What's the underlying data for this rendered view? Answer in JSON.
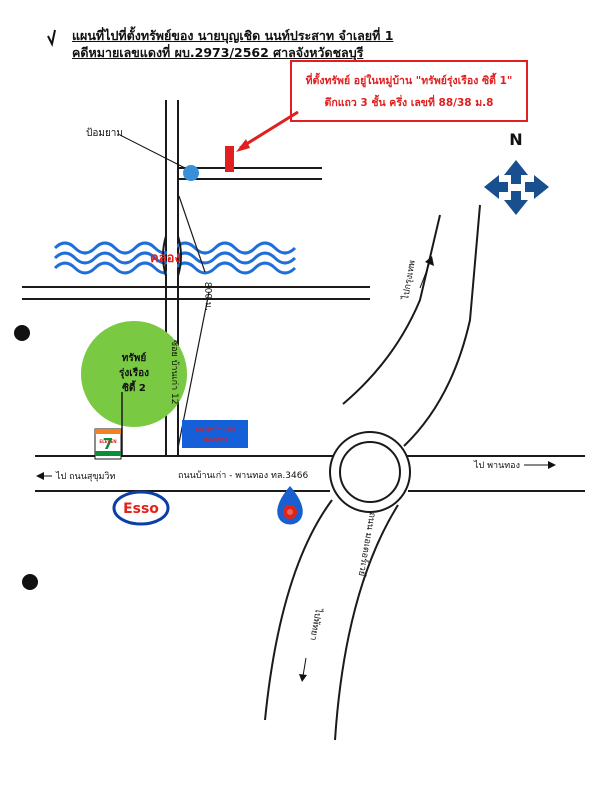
{
  "header": {
    "line1": "แผนที่ไปที่ตั้งทรัพย์ของ   นายบุญเชิด  นนท์ประสาท  จำเลยที่ 1",
    "line2": "คดีหมายเลขแดงที่ ผบ.2973/2562  ศาลจังหวัดชลบุรี"
  },
  "callout": {
    "line1": "ที่ตั้งทรัพย์ อยู่ในหมู่บ้าน \"ทรัพย์รุ่งเรือง ซิตี้ 1\"",
    "line2": "ตึกแถว 3 ชั้น ครึ่ง เลขที่ 88/38 ม.8"
  },
  "compass": {
    "label": "N"
  },
  "labels": {
    "guard_post": "ป้อมยาม",
    "canal": "คลอง",
    "distance": "800 ม.",
    "village_2_line1": "ทรัพย์",
    "village_2_line2": "รุ่งเรือง",
    "village_2_line3": "ซิตี้ 2",
    "soi": "ซอย บ้านเก่า 12",
    "main_road": "ถนนบ้านเก่า - พานทอง ทล.3466",
    "to_sukhumvit": "ไป ถนนสุขุมวิท",
    "to_phanthong": "ไป พานทอง",
    "to_bangkok": "ไปกรุงเทพ",
    "to_pattaya": "ไปพัทยา",
    "motorway": "ถนน มอเตอร์เวย์",
    "shop_line1": "ตลาดบ้านเก่า",
    "shop_line2": "ฟองทอง",
    "esso": "Esso",
    "seven_top": "7",
    "seven_bottom": "ELEVEN"
  },
  "colors": {
    "road": "#1a1a1a",
    "canal": "#1e6fd9",
    "canal_text": "#e02020",
    "callout": "#e02020",
    "compass": "#1a4f8f",
    "village": "#7ac943",
    "guard_post": "#3a8fd9",
    "marker": "#e02020",
    "shop": "#1560d9",
    "esso_red": "#e2231a",
    "esso_blue": "#0b3ea6",
    "ptt_blue": "#1a5fd0"
  },
  "icons": {
    "compass": "compass-arrows-icon",
    "guard_post": "guard-post-icon",
    "location": "location-marker-icon",
    "seven": "seven-eleven-logo",
    "esso": "esso-logo",
    "ptt": "ptt-logo"
  }
}
